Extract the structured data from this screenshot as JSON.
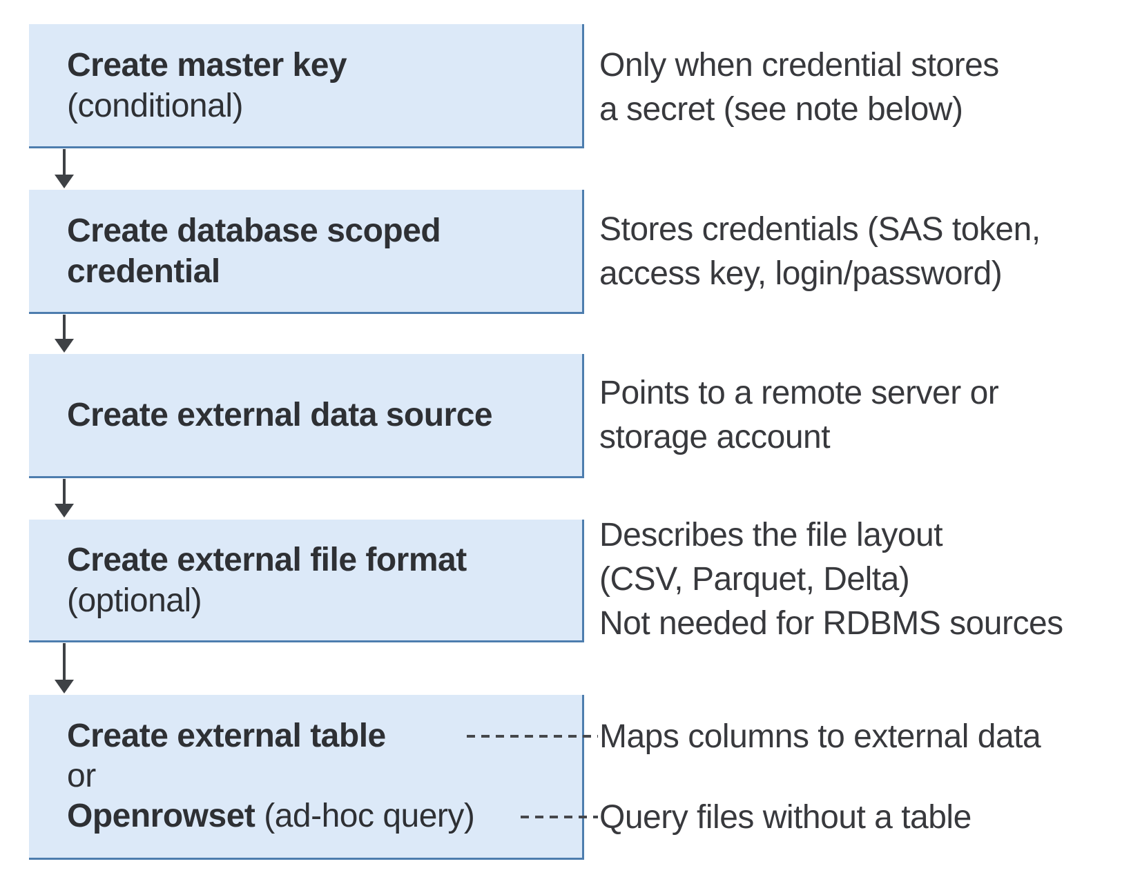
{
  "boxes": {
    "box1": {
      "line1": "Create master key",
      "line2": "(conditional)"
    },
    "box2": {
      "line1": "Create database scoped",
      "line2": "credential"
    },
    "box3": {
      "line1": "Create external data source"
    },
    "box4": {
      "line1": "Create external file format",
      "line2": "(optional)"
    },
    "box5": {
      "line1": "Create external table",
      "line2": "or",
      "line3_bold": "Openrowset",
      "line3_rest": " (ad-hoc query)"
    }
  },
  "annotations": {
    "note1": {
      "line1": "Only when credential stores",
      "line2": "a secret (see note below)"
    },
    "note2": {
      "line1": "Stores credentials (SAS token,",
      "line2": "access key, login/password)"
    },
    "note3": {
      "line1": "Points to a remote server or",
      "line2": "storage account"
    },
    "note4": {
      "line1": "Describes the file layout",
      "line2": "(CSV, Parquet, Delta)",
      "line3": "Not needed for RDBMS sources"
    },
    "note5": {
      "line1": "Maps columns to external data"
    },
    "note6": {
      "line1": "Query files without a table"
    }
  },
  "colors": {
    "box_fill": "#dce9f8",
    "box_border": "#4d7dae",
    "box_text": "#2e3034",
    "annotation_text": "#38393d",
    "arrow": "#3e4145",
    "dashed_line": "#45474b",
    "background": "#ffffff"
  }
}
